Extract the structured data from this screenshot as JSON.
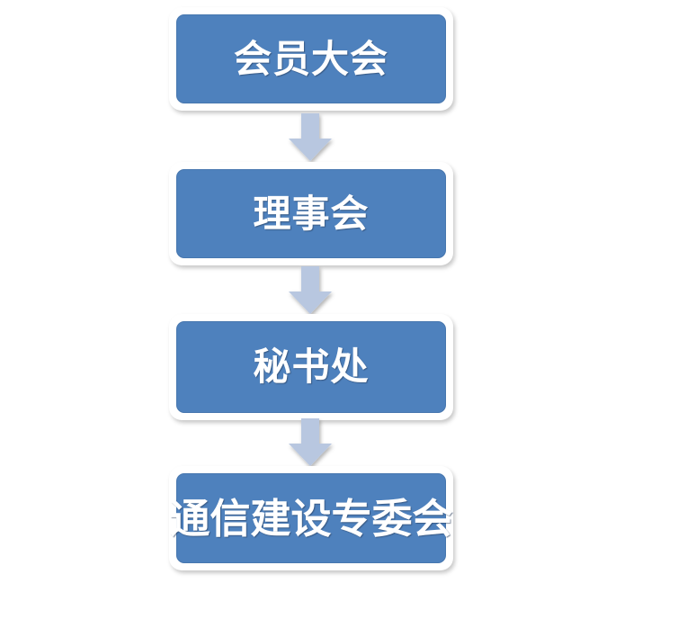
{
  "diagram": {
    "type": "vertical-flowchart",
    "title": "",
    "background_color": "#FFFFFF",
    "node_fill_color": "#4E81BD",
    "node_border_color": "#FFFFFF",
    "node_text_color": "#FFFFFF",
    "arrow_color": "#B8C7E0",
    "nodes": [
      {
        "id": "node-1",
        "label": "会员大会"
      },
      {
        "id": "node-2",
        "label": "理事会"
      },
      {
        "id": "node-3",
        "label": "秘书处"
      },
      {
        "id": "node-4",
        "label": "通信建设专委会"
      }
    ],
    "connectors": [
      {
        "id": "arrow-1",
        "from": "node-1",
        "to": "node-2",
        "direction": "down"
      },
      {
        "id": "arrow-2",
        "from": "node-2",
        "to": "node-3",
        "direction": "down"
      },
      {
        "id": "arrow-3",
        "from": "node-3",
        "to": "node-4",
        "direction": "down"
      }
    ]
  }
}
